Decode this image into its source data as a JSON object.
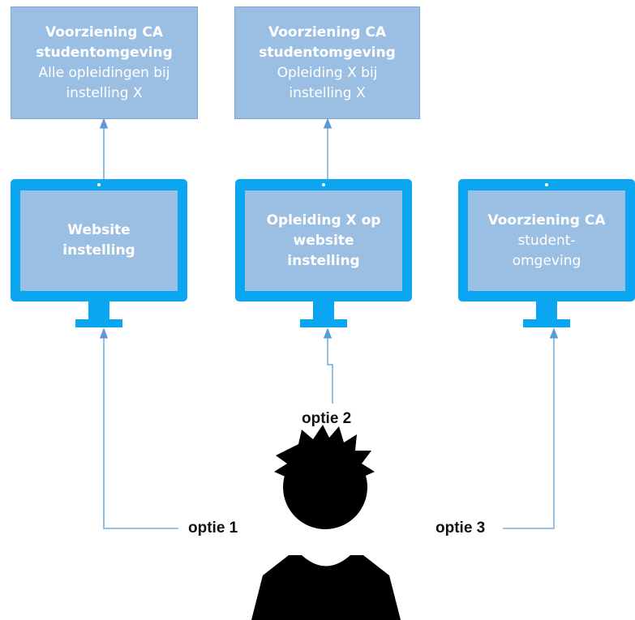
{
  "boxes": [
    {
      "line1": "Voorziening CA",
      "line2": "studentomgeving",
      "line3": "Alle opleidingen bij",
      "line4": "instelling X"
    },
    {
      "line1": "Voorziening CA",
      "line2": "studentomgeving",
      "line3": "Opleiding X bij",
      "line4": "instelling X"
    }
  ],
  "monitors": [
    {
      "bold": [
        "Website",
        "instelling"
      ],
      "normal": []
    },
    {
      "bold": [
        "Opleiding X op",
        "website",
        "instelling"
      ],
      "normal": []
    },
    {
      "bold": [
        "Voorziening CA"
      ],
      "normal": [
        "student-",
        "omgeving"
      ]
    }
  ],
  "options": {
    "o1": "optie 1",
    "o2": "optie 2",
    "o3": "optie 3"
  },
  "colors": {
    "box": "#9bbfe3",
    "monitor": "#0aa6f2",
    "connector": "#5b9bd5",
    "person": "#000000"
  }
}
